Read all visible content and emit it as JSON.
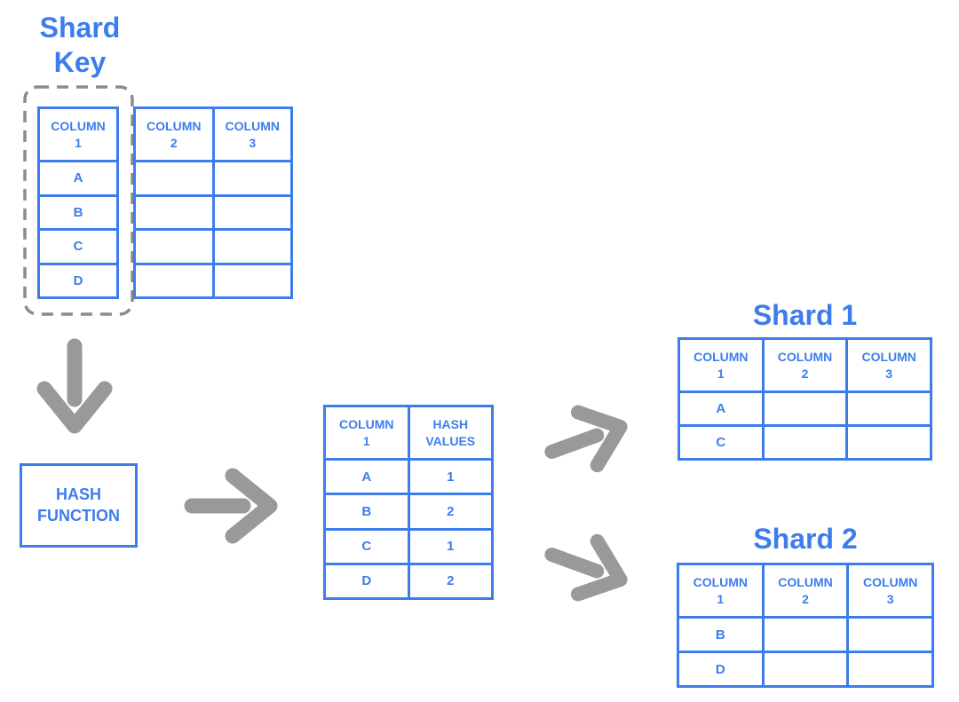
{
  "colors": {
    "accent": "#3D7DEB",
    "arrow": "#999999",
    "dash": "#8C8C8C"
  },
  "icons": {
    "down_arrow_icon": "↓",
    "right_arrow_icon": "→",
    "up_right_arrow_icon": "↗",
    "down_right_arrow_icon": "↘"
  },
  "shard_key": {
    "title": "Shard\nKey"
  },
  "source_table": {
    "key_column": {
      "header": "COLUMN\n1",
      "rows": [
        "A",
        "B",
        "C",
        "D"
      ]
    },
    "other_columns": {
      "headers": [
        "COLUMN\n2",
        "COLUMN\n3"
      ],
      "empty_rows": 4
    }
  },
  "hash_function": {
    "label": "HASH\nFUNCTION"
  },
  "hash_table": {
    "headers": [
      "COLUMN\n1",
      "HASH\nVALUES"
    ],
    "rows": [
      [
        "A",
        "1"
      ],
      [
        "B",
        "2"
      ],
      [
        "C",
        "1"
      ],
      [
        "D",
        "2"
      ]
    ]
  },
  "shard1": {
    "title": "Shard 1",
    "headers": [
      "COLUMN\n1",
      "COLUMN\n2",
      "COLUMN\n3"
    ],
    "key_values": [
      "A",
      "C"
    ]
  },
  "shard2": {
    "title": "Shard 2",
    "headers": [
      "COLUMN\n1",
      "COLUMN\n2",
      "COLUMN\n3"
    ],
    "key_values": [
      "B",
      "D"
    ]
  }
}
